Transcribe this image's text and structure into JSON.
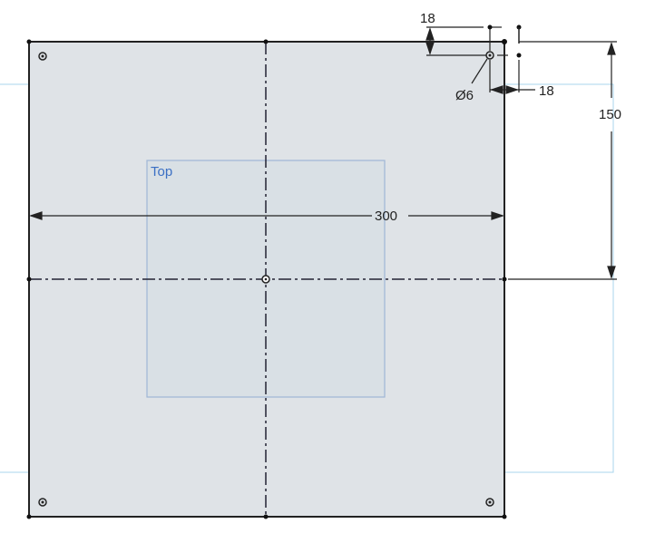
{
  "plane_label": "Top",
  "dimensions": {
    "width": "300",
    "half_height": "150",
    "hole_offset_y": "18",
    "hole_offset_x": "18",
    "hole_diameter": "Ø6"
  },
  "colors": {
    "sheet": "#dfe3e7",
    "line": "#222222",
    "plane": "#3a6fc4",
    "construction": "#a8d4ee"
  }
}
